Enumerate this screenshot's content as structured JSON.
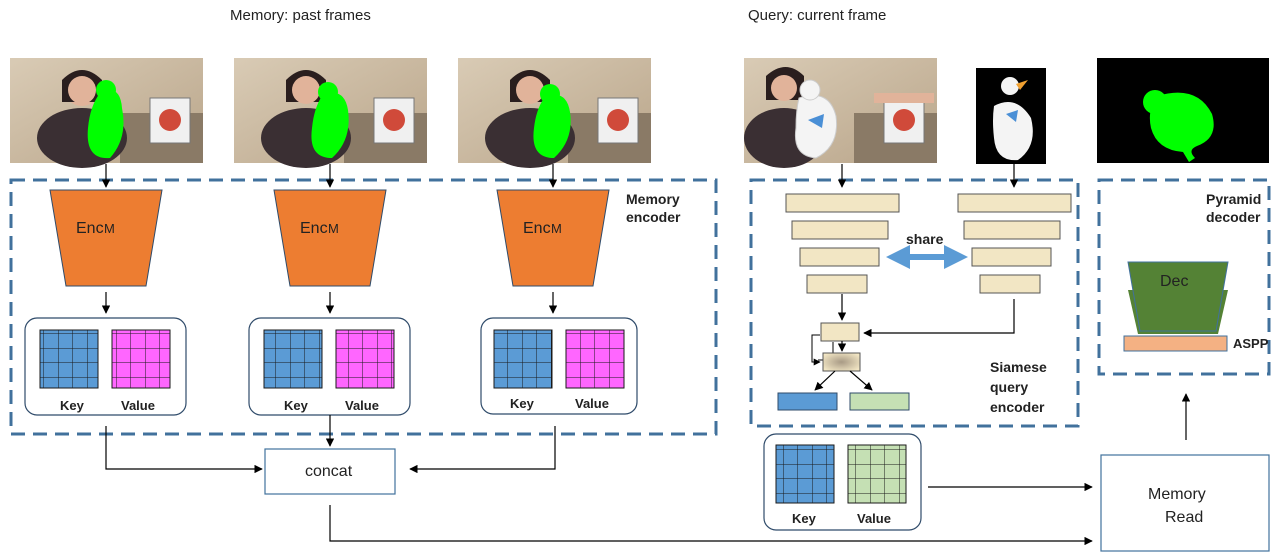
{
  "headers": {
    "memory": "Memory: past frames",
    "query": "Query: current frame"
  },
  "memory_encoder": {
    "label_line1": "Memory",
    "label_line2": "encoder",
    "encoder_label": "Enc",
    "encoder_subscript": "M",
    "key_label": "Key",
    "value_label": "Value"
  },
  "concat": {
    "label": "concat"
  },
  "query_encoder": {
    "share_label": "share",
    "label_line1": "Siamese",
    "label_line2": "query",
    "label_line3": "encoder",
    "key_label": "Key",
    "value_label": "Value"
  },
  "decoder": {
    "label_line1": "Pyramid",
    "label_line2": "decoder",
    "dec_label": "Dec",
    "aspp_label": "ASPP"
  },
  "memory_read": {
    "label_line1": "Memory",
    "label_line2": "Read"
  },
  "colors": {
    "encoder_orange": "#ED7D31",
    "key_blue": "#5B9BD5",
    "value_magenta": "#FF66FF",
    "query_value_green": "#C5E0B4",
    "layer_beige": "#F2E6C4",
    "dec_green": "#548235",
    "aspp_peach": "#F4B183",
    "dashed_border": "#41719C",
    "share_arrow": "#5B9BD5",
    "mask_green": "#00FF00"
  }
}
